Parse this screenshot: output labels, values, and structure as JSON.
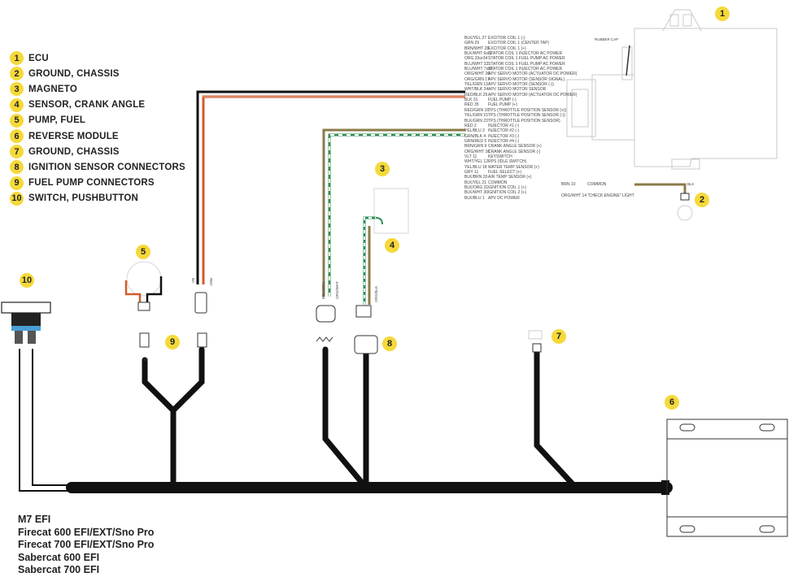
{
  "legend": [
    {
      "num": "1",
      "label": "ECU"
    },
    {
      "num": "2",
      "label": "GROUND, CHASSIS"
    },
    {
      "num": "3",
      "label": "MAGNETO"
    },
    {
      "num": "4",
      "label": "SENSOR, CRANK ANGLE"
    },
    {
      "num": "5",
      "label": "PUMP, FUEL"
    },
    {
      "num": "6",
      "label": "REVERSE MODULE"
    },
    {
      "num": "7",
      "label": "GROUND, CHASSIS"
    },
    {
      "num": "8",
      "label": "IGNITION SENSOR CONNECTORS"
    },
    {
      "num": "9",
      "label": "FUEL PUMP CONNECTORS"
    },
    {
      "num": "10",
      "label": "SWITCH, PUSHBUTTON"
    }
  ],
  "models": [
    "M7 EFI",
    "Firecat 600 EFI/EXT/Sno Pro",
    "Firecat 700 EFI/EXT/Sno Pro",
    "Sabercat 600 EFI",
    "Sabercat 700 EFI"
  ],
  "ecu_pins": [
    {
      "code": "BLK/YEL 27",
      "desc": "EXCITOR COIL 1 (-)"
    },
    {
      "code": "GRN 29",
      "desc": "EXCITOR COIL 1 (CENTER TAP)"
    },
    {
      "code": "BRN/WHT 28",
      "desc": "EXCITOR COIL 1 (+)"
    },
    {
      "code": "BLK/WHT 6or1",
      "desc": "STATOR COIL 1 INJECTOR AC POWER"
    },
    {
      "code": "ORG 33or34",
      "desc": "STATOR COIL 1 FUEL PUMP AC POWER"
    },
    {
      "code": "BLU/WHT 32",
      "desc": "STATOR COIL 1 FUEL PUMP AC POWER"
    },
    {
      "code": "BLU/WHT 7or8",
      "desc": "STATOR COIL 1 INJECTOR AC POWER"
    },
    {
      "code": "ORG/WHT 26",
      "desc": "APV SERVO MOTOR (ACTUATOR DC POWER)"
    },
    {
      "code": "ORG/GRN 17",
      "desc": "APV SERVO MOTOR (SENSOR SIGNAL)"
    },
    {
      "code": "YEL/GRN 13",
      "desc": "APV SERVO MOTOR (SENSOR (-))"
    },
    {
      "code": "WHT/BLK 24",
      "desc": "APV SERVO MOTOR SENSOR"
    },
    {
      "code": "RED/BLK 25",
      "desc": "APV SERVO MOTOR (ACTUATOR DC POWER)"
    },
    {
      "code": "BLK 31",
      "desc": "FUEL PUMP (-)"
    },
    {
      "code": "RED 35",
      "desc": "FUEL PUMP (+)"
    },
    {
      "code": "RED/GRN 16",
      "desc": "TPS (THROTTLE POSITION SENSOR (+))"
    },
    {
      "code": "YEL/GRN 15",
      "desc": "TPS (THROTTLE POSITION SENSOR (-))"
    },
    {
      "code": "BLK/GRN 23",
      "desc": "TPS (THROTTLE POSITION SENSOR)"
    },
    {
      "code": "RED 2",
      "desc": "INJECTOR #1 (-)"
    },
    {
      "code": "YEL/BLU 3",
      "desc": "INJECTOR #2 (-)"
    },
    {
      "code": "GRN/BLK 4",
      "desc": "INJECTOR #3 (-)"
    },
    {
      "code": "GRN/RED 5",
      "desc": "INJECTOR #4 (-)"
    },
    {
      "code": "BRN/GRN 9",
      "desc": "CRANK ANGLE SENSOR (+)"
    },
    {
      "code": "ORG/WHT 10",
      "desc": "CRANK ANGLE SENSOR (-)"
    },
    {
      "code": "VLT 11",
      "desc": "KEYSWITCH"
    },
    {
      "code": "WHT/YEL 12",
      "desc": "RPS (IDLE SWITCH)"
    },
    {
      "code": "YEL/BLU 18",
      "desc": "WATER TEMP SENSOR (+)"
    },
    {
      "code": "GRY 11",
      "desc": "FUEL SELECT (+)"
    },
    {
      "code": "BLK/BRN 20",
      "desc": "AIR TEMP SENSOR (+)"
    },
    {
      "code": "BLK/YEL 21",
      "desc": "COMMON"
    },
    {
      "code": "BLK/ORG 31",
      "desc": "IGNITION COIL 1 (+)"
    },
    {
      "code": "BLK/WHT 30",
      "desc": "IGNITION COIL 2 (+)"
    },
    {
      "code": "BLK/BLU 1",
      "desc": "APV DC POWER"
    }
  ],
  "side_pins": [
    {
      "code": "BRN 10",
      "desc": "COMMON"
    },
    {
      "code": "ORG/WHT 14",
      "desc": "\"CHECK ENGINE\" LIGHT"
    }
  ],
  "labels": {
    "rubber_cap": "RUBBER CAP",
    "ba": "BA",
    "red": "RED",
    "ab": "AB",
    "brn_grn": "BRN/GRN",
    "org_wht": "ORG/WHT",
    "org_blk": "ORG/BLK",
    "blk": "BLK"
  },
  "colors": {
    "callout": "#f5d93a",
    "harness": "#111111",
    "red_wire": "#d35a2c",
    "tan_wire": "#8b7a4a",
    "green_wire": "#2f8f57",
    "blue": "#4a9fd6"
  }
}
